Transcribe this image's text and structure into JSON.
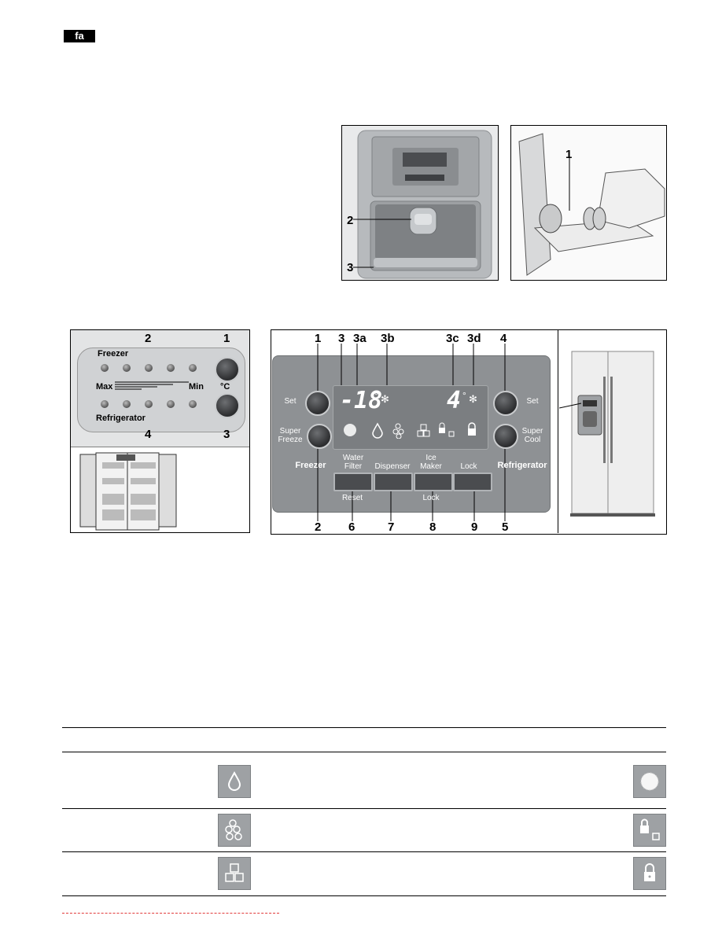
{
  "badge": "fa",
  "fig_top": {
    "left_callouts": [
      "2",
      "3"
    ],
    "right_callouts": [
      "1"
    ]
  },
  "fig_small_panel": {
    "freezer_label": "Freezer",
    "refrigerator_label": "Refrigerator",
    "max_label": "Max",
    "min_label": "Min",
    "unit_label": "°C",
    "callouts": [
      "2",
      "1",
      "4",
      "3"
    ]
  },
  "fig_main_panel": {
    "top_callouts": [
      "1",
      "3",
      "3a",
      "3b",
      "3c",
      "3d",
      "4"
    ],
    "bottom_callouts": [
      "2",
      "6",
      "7",
      "8",
      "9",
      "5"
    ],
    "freezer_temp": "-18",
    "fridge_temp": "4",
    "degree": "°",
    "set_left": "Set",
    "set_right": "Set",
    "super_freeze": "Super Freeze",
    "super_cool": "Super Cool",
    "freezer": "Freezer",
    "refrigerator": "Refrigerator",
    "water_filter": "Water Filter",
    "dispenser": "Dispenser",
    "ice_maker": "Ice Maker",
    "lock": "Lock",
    "reset": "Reset",
    "lock_bottom": "Lock"
  },
  "icons": [
    "water-drop-icon",
    "water-filter-icon",
    "crushed-ice-icon",
    "lock-partial-icon",
    "ice-cubes-icon",
    "lock-icon"
  ]
}
